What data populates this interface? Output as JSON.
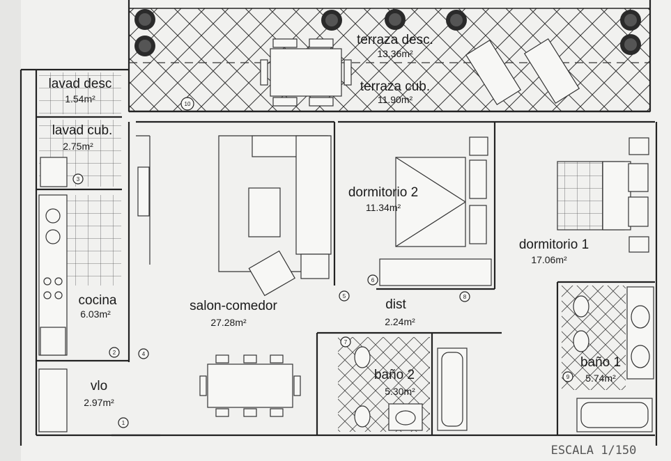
{
  "rooms": {
    "terraza_desc": {
      "name": "terraza desc.",
      "area": "13.36m²"
    },
    "terraza_cub": {
      "name": "terraza cub.",
      "area": "11.90m²"
    },
    "lavad_desc": {
      "name": "lavad desc",
      "area": "1.54m²"
    },
    "lavad_cub": {
      "name": "lavad cub.",
      "area": "2.75m²"
    },
    "cocina": {
      "name": "cocina",
      "area": "6.03m²"
    },
    "vlo": {
      "name": "vlo",
      "area": "2.97m²"
    },
    "salon": {
      "name": "salon-comedor",
      "area": "27.28m²"
    },
    "dormitorio2": {
      "name": "dormitorio 2",
      "area": "11.34m²"
    },
    "dist": {
      "name": "dist",
      "area": "2.24m²"
    },
    "dormitorio1": {
      "name": "dormitorio 1",
      "area": "17.06m²"
    },
    "bano2": {
      "name": "baño 2",
      "area": "5.30m²"
    },
    "bano1": {
      "name": "baño 1",
      "area": "5.74m²"
    }
  },
  "markers": [
    "1",
    "2",
    "3",
    "4",
    "5",
    "6",
    "7",
    "8",
    "9",
    "10"
  ],
  "scale": "ESCALA 1/150"
}
